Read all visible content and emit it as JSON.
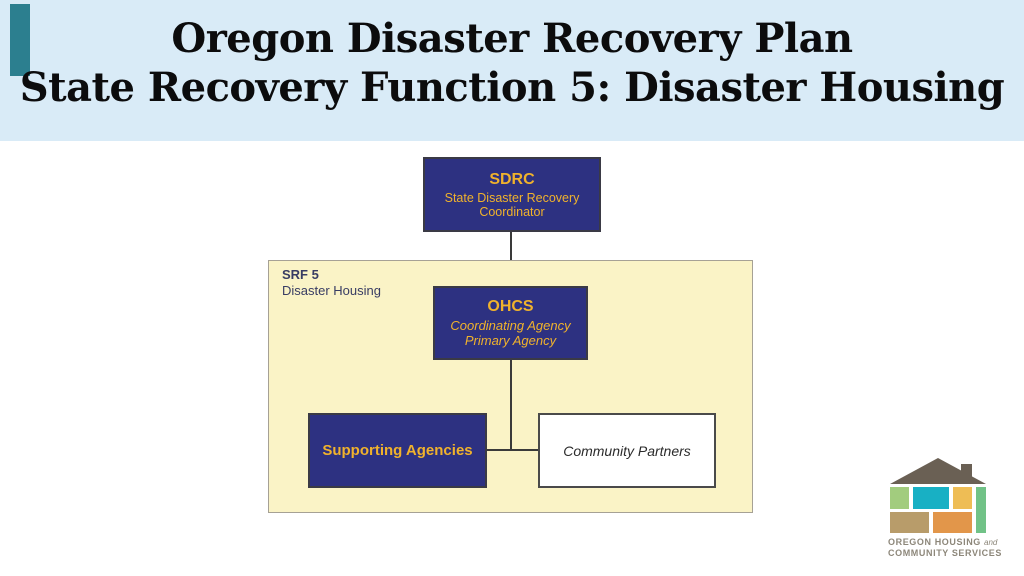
{
  "slide": {
    "title_line1": "Oregon Disaster Recovery Plan",
    "title_line2": "State Recovery Function 5: Disaster Housing"
  },
  "colors": {
    "header_bg": "#d9ebf7",
    "accent_teal": "#2c7f8f",
    "navy_box": "#2d3181",
    "gold_text": "#f0b22c",
    "panel_bg": "#faf3c6",
    "panel_border": "#a6a195",
    "connector_line": "#3a3a3a",
    "title_text": "#0c0c0d"
  },
  "diagram": {
    "sdrc": {
      "title": "SDRC",
      "sub_line1": "State Disaster Recovery",
      "sub_line2": "Coordinator"
    },
    "panel": {
      "label_bold": "SRF 5",
      "label_sub": "Disaster Housing"
    },
    "ohcs": {
      "title": "OHCS",
      "sub_line1": "Coordinating Agency",
      "sub_line2": "Primary Agency"
    },
    "supporting": {
      "label": "Supporting Agencies"
    },
    "community": {
      "label": "Community Partners"
    }
  },
  "logo": {
    "line1": "OREGON HOUSING",
    "line1_and": "and",
    "line2": "COMMUNITY SERVICES",
    "blocks": [
      "roof",
      "chimney",
      "light-green",
      "teal",
      "yellow",
      "green-bar",
      "tan",
      "orange"
    ]
  }
}
